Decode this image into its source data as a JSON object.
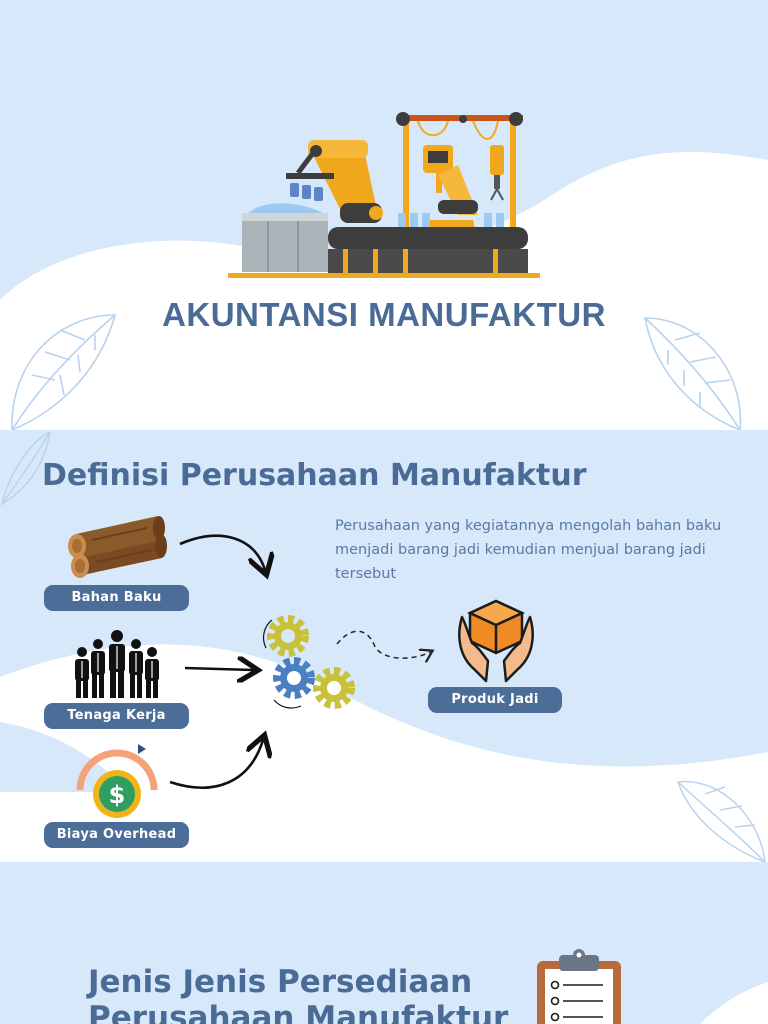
{
  "slide1": {
    "title": "AKUNTANSI MANUFAKTUR"
  },
  "slide2": {
    "title": "Definisi Perusahaan Manufaktur",
    "description": "Perusahaan yang kegiatannya mengolah bahan baku menjadi barang jadi kemudian menjual barang jadi tersebut",
    "inputs": [
      {
        "label": "Bahan Baku",
        "icon": "wood-logs-icon"
      },
      {
        "label": "Tenaga Kerja",
        "icon": "workers-icon"
      },
      {
        "label": "Biaya Overhead",
        "icon": "dollar-gauge-icon"
      }
    ],
    "output": {
      "label": "Produk Jadi",
      "icon": "box-in-hands-icon"
    },
    "process_icon": "gears-icon"
  },
  "slide3": {
    "title": "Jenis Jenis Persediaan\nPerusahaan Manufaktur",
    "icon": "clipboard-icon"
  },
  "colors": {
    "background": "#d7e8fa",
    "wave": "#ffffff",
    "title": "#4a6b96",
    "pill": "#4b6d98",
    "accent_orange": "#f2a81d"
  }
}
